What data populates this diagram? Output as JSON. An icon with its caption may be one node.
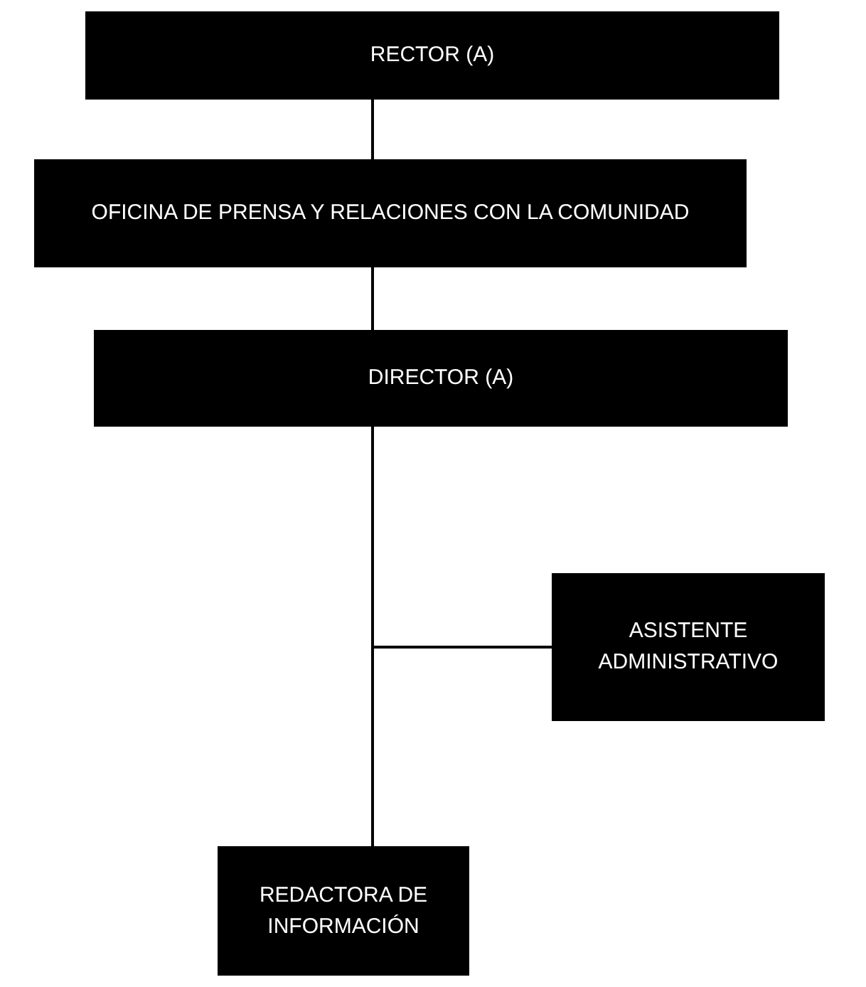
{
  "diagram": {
    "nodes": [
      {
        "text": [
          "RECTOR (A)"
        ]
      },
      {
        "text": [
          "OFICINA DE PRENSA Y RELACIONES CON LA COMUNIDAD"
        ]
      },
      {
        "text": [
          "DIRECTOR (A)"
        ]
      },
      {
        "text": [
          "ASISTENTE ADMINISTRATIVO"
        ]
      },
      {
        "text": [
          "REDACTORA DE INFORMACIÓN"
        ]
      }
    ],
    "edges": [
      {
        "from": 0,
        "to": 1,
        "arrow": "none"
      },
      {
        "from": 1,
        "to": 2,
        "arrow": "none"
      },
      {
        "from": 2,
        "to": 3,
        "arrow": "none"
      },
      {
        "from": 2,
        "to": 4,
        "arrow": "none"
      }
    ]
  }
}
